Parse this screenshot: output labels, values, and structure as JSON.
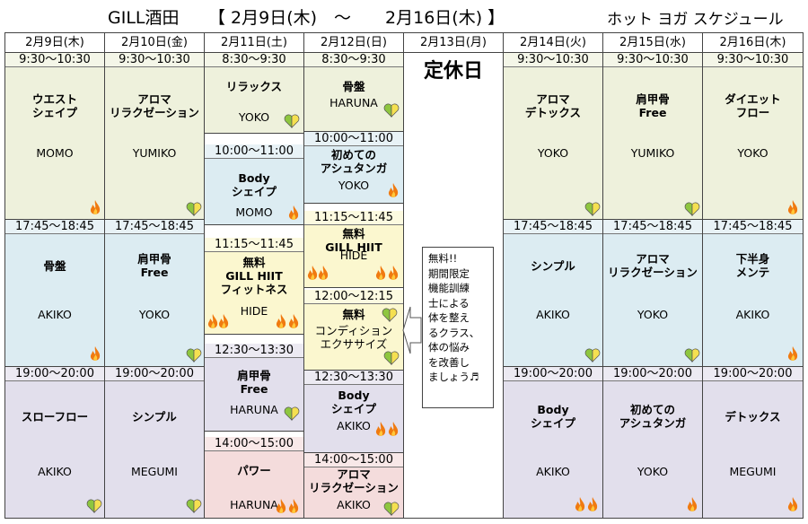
{
  "title": {
    "studio": "GILL酒田",
    "range": "【 2月9日(木)　〜　　2月16日(木) 】",
    "subtitle": "ホット ヨガ スケジュール"
  },
  "days": [
    "2月9日(木)",
    "2月10日(金)",
    "2月11日(土)",
    "2月12日(日)",
    "2月13日(月)",
    "2月14日(火)",
    "2月15日(水)",
    "2月16日(木)"
  ],
  "closed_label": "定休日",
  "note_text": "無料!!\n期間限定\n機能訓練\n士による\n体を整え\nるクラス、\n体の悩み\nを改善し\nましょう♬",
  "classes": {
    "thu9": [
      {
        "time": "9:30〜10:30",
        "name": "ウエスト\nシェイプ",
        "instructor": "MOMO"
      },
      {
        "time": "17:45〜18:45",
        "name": "骨盤",
        "instructor": "AKIKO"
      },
      {
        "time": "19:00〜20:00",
        "name": "スローフロー",
        "instructor": "AKIKO"
      }
    ],
    "fri10": [
      {
        "time": "9:30〜10:30",
        "name": "アロマ\nリラクゼーション",
        "instructor": "YUMIKO"
      },
      {
        "time": "17:45〜18:45",
        "name": "肩甲骨\nFree",
        "instructor": "YOKO"
      },
      {
        "time": "19:00〜20:00",
        "name": "シンプル",
        "instructor": "MEGUMI"
      }
    ],
    "sat11": [
      {
        "time": "8:30〜9:30",
        "name": "リラックス",
        "instructor": "YOKO"
      },
      {
        "time": "10:00〜11:00",
        "name": "Body\nシェイプ",
        "instructor": "MOMO"
      },
      {
        "time": "11:15〜11:45",
        "name": "無料\nGILL HIIT\nフィットネス",
        "instructor": "HIDE"
      },
      {
        "time": "12:30〜13:30",
        "name": "肩甲骨\nFree",
        "instructor": "HARUNA"
      },
      {
        "time": "14:00〜15:00",
        "name": "パワー",
        "instructor": "HARUNA"
      }
    ],
    "sun12": [
      {
        "time": "8:30〜9:30",
        "name": "骨盤",
        "instructor": "HARUNA"
      },
      {
        "time": "10:00〜11:00",
        "name": "初めての\nアシュタンガ",
        "instructor": "YOKO"
      },
      {
        "time": "11:15〜11:45",
        "name": "無料\nGILL HIIT",
        "instructor": "HIDE"
      },
      {
        "time": "12:00〜12:15",
        "name": "無料",
        "sub": "コンディション\nエクササイズ"
      },
      {
        "time": "12:30〜13:30",
        "name": "Body\nシェイプ",
        "instructor": "AKIKO"
      },
      {
        "time": "14:00〜15:00",
        "name": "アロマ\nリラクゼーション",
        "instructor": "AKIKO"
      }
    ],
    "tue14": [
      {
        "time": "9:30〜10:30",
        "name": "アロマ\nデトックス",
        "instructor": "YOKO"
      },
      {
        "time": "17:45〜18:45",
        "name": "シンプル",
        "instructor": "AKIKO"
      },
      {
        "time": "19:00〜20:00",
        "name": "Body\nシェイプ",
        "instructor": "AKIKO"
      }
    ],
    "wed15": [
      {
        "time": "9:30〜10:30",
        "name": "肩甲骨\nFree",
        "instructor": "YUMIKO"
      },
      {
        "time": "17:45〜18:45",
        "name": "アロマ\nリラクゼーション",
        "instructor": "YOKO"
      },
      {
        "time": "19:00〜20:00",
        "name": "初めての\nアシュタンガ",
        "instructor": "YOKO"
      }
    ],
    "thu16": [
      {
        "time": "9:30〜10:30",
        "name": "ダイエット\nフロー",
        "instructor": "YOKO"
      },
      {
        "time": "17:45〜18:45",
        "name": "下半身\nメンテ",
        "instructor": "AKIKO"
      },
      {
        "time": "19:00〜20:00",
        "name": "デトックス",
        "instructor": "MEGUMI"
      }
    ]
  },
  "colors": {
    "green": "#eef1dc",
    "blue": "#dcecf2",
    "purple": "#e2dfec",
    "yellow": "#fbf7cf",
    "pink": "#f4dcdc",
    "flame": "#f07a10",
    "heart_green": "#8ec63f",
    "heart_yellow": "#f5e050"
  },
  "icons": {
    "intensity": "flame-icon",
    "beginner": "heart-icon"
  }
}
